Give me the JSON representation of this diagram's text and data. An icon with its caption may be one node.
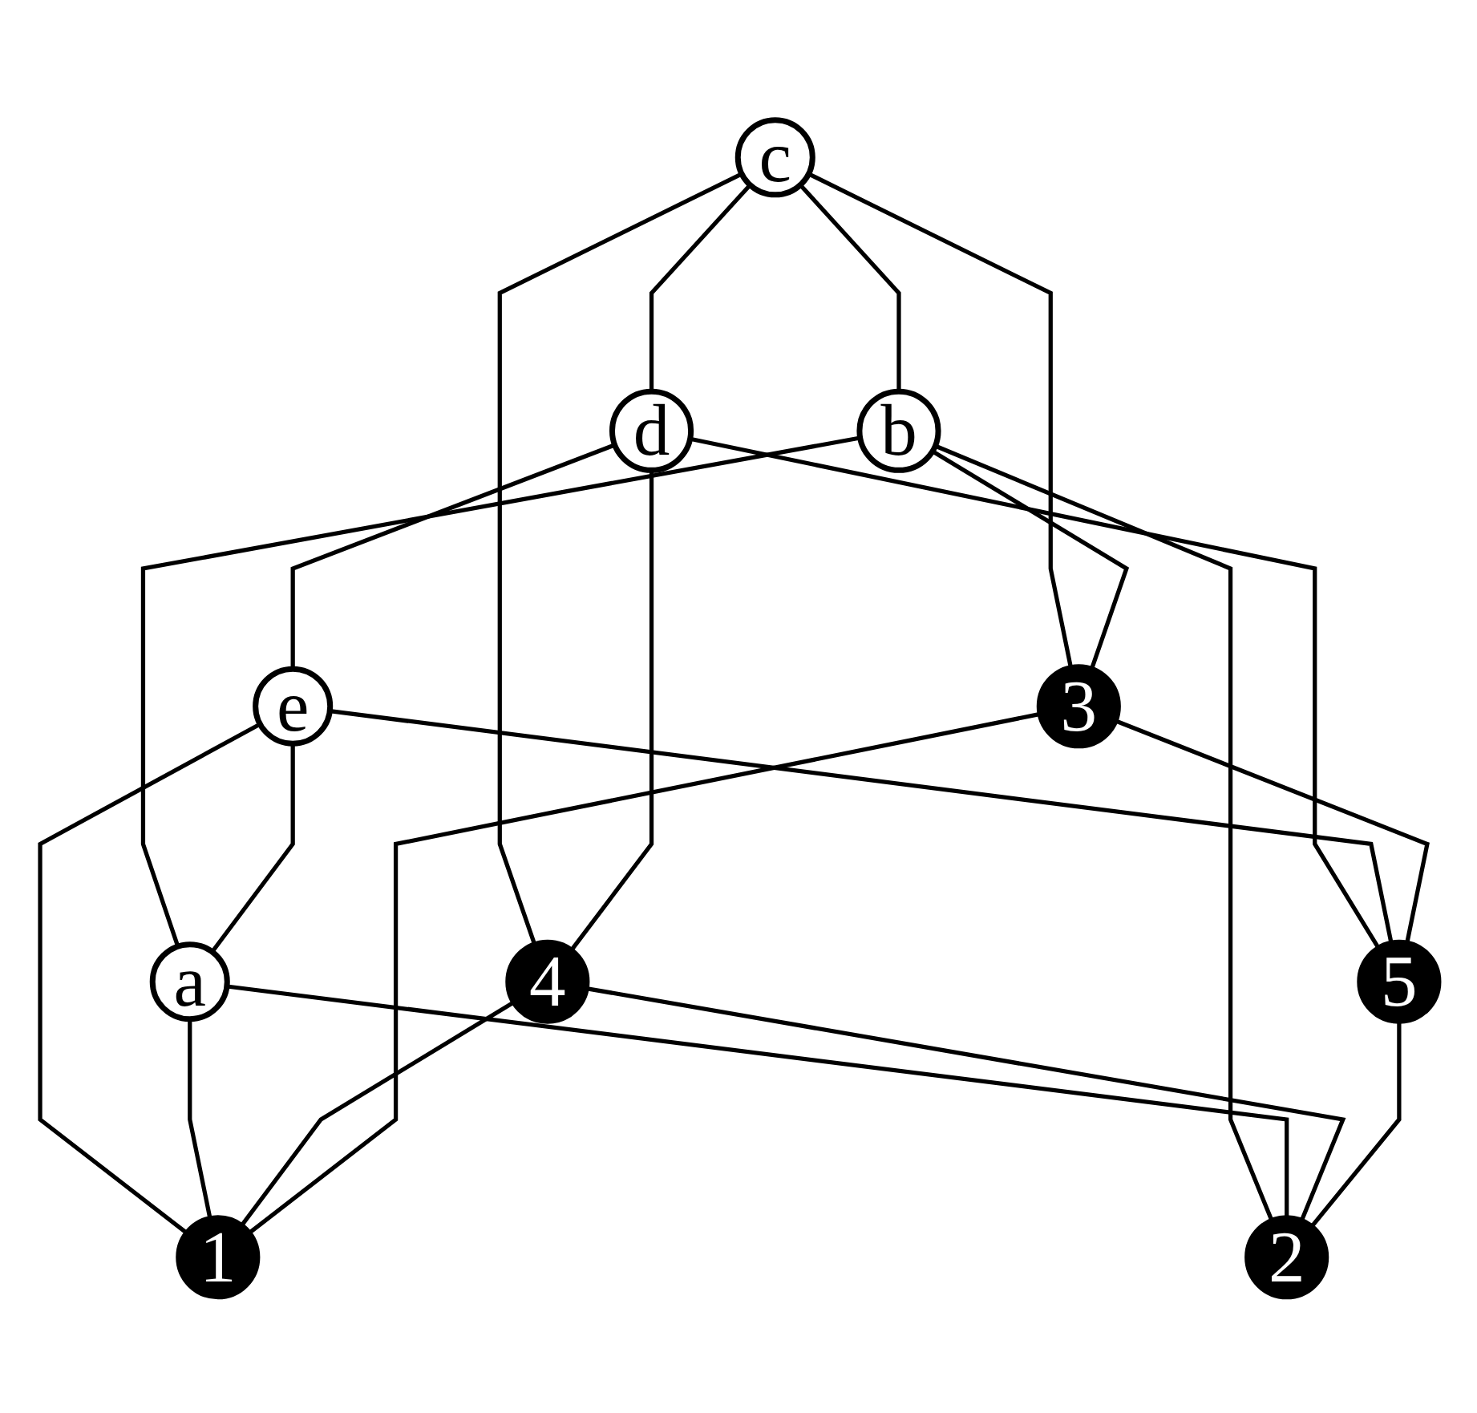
{
  "diagram": {
    "nodes": [
      {
        "text": [
          "c"
        ]
      },
      {
        "text": [
          "d"
        ]
      },
      {
        "text": [
          "4"
        ]
      },
      {
        "text": [
          "3"
        ]
      },
      {
        "text": [
          "b"
        ]
      },
      {
        "text": [
          "5"
        ]
      },
      {
        "text": [
          "2"
        ]
      },
      {
        "text": [
          "1"
        ]
      },
      {
        "text": [
          "e"
        ]
      },
      {
        "text": [
          "a"
        ]
      }
    ],
    "edges": [
      {
        "from": 0,
        "to": 1,
        "arrow": "none"
      },
      {
        "from": 0,
        "to": 4,
        "arrow": "none"
      },
      {
        "from": 0,
        "to": 2,
        "arrow": "none"
      },
      {
        "from": 0,
        "to": 3,
        "arrow": "none"
      },
      {
        "from": 1,
        "to": 2,
        "arrow": "none"
      },
      {
        "from": 1,
        "to": 5,
        "arrow": "none"
      },
      {
        "from": 1,
        "to": 8,
        "arrow": "none"
      },
      {
        "from": 4,
        "to": 3,
        "arrow": "none"
      },
      {
        "from": 4,
        "to": 6,
        "arrow": "none"
      },
      {
        "from": 4,
        "to": 9,
        "arrow": "none"
      },
      {
        "from": 8,
        "to": 9,
        "arrow": "none"
      },
      {
        "from": 8,
        "to": 5,
        "arrow": "none"
      },
      {
        "from": 8,
        "to": 7,
        "arrow": "none"
      },
      {
        "from": 9,
        "to": 7,
        "arrow": "none"
      },
      {
        "from": 9,
        "to": 6,
        "arrow": "none"
      },
      {
        "from": 2,
        "to": 7,
        "arrow": "none"
      },
      {
        "from": 2,
        "to": 6,
        "arrow": "none"
      },
      {
        "from": 3,
        "to": 5,
        "arrow": "none"
      },
      {
        "from": 3,
        "to": 7,
        "arrow": "none"
      },
      {
        "from": 5,
        "to": 6,
        "arrow": "none"
      }
    ]
  }
}
